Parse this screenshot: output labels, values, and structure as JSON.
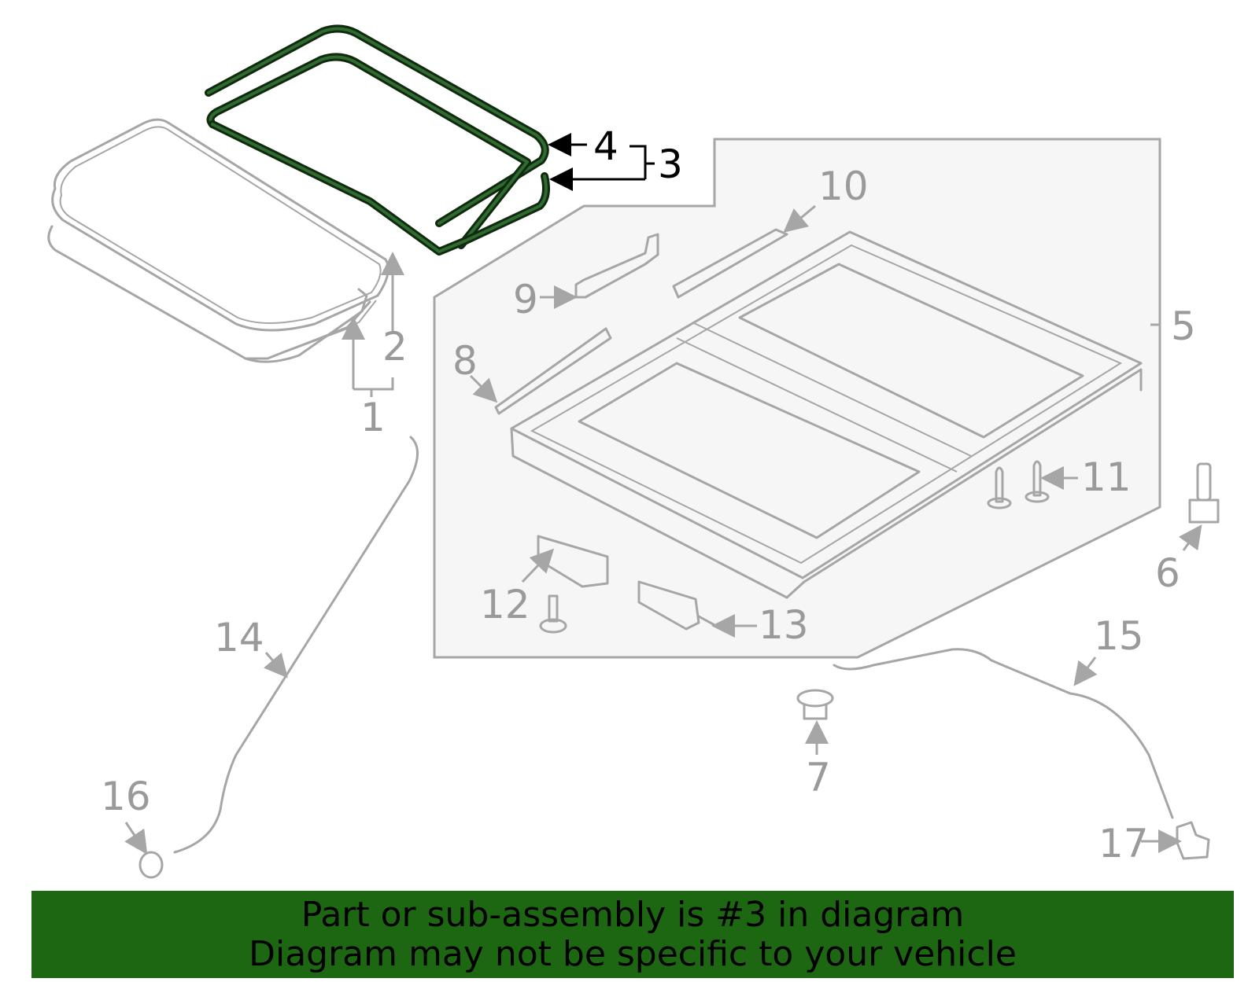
{
  "diagram": {
    "highlight_color": "#1d6612",
    "callouts": {
      "c1": "1",
      "c2": "2",
      "c3": "3",
      "c4": "4",
      "c5": "5",
      "c6": "6",
      "c7": "7",
      "c8": "8",
      "c9": "9",
      "c10": "10",
      "c11": "11",
      "c12": "12",
      "c13": "13",
      "c14": "14",
      "c15": "15",
      "c16": "16",
      "c17": "17"
    },
    "highlighted_part": "3"
  },
  "banner": {
    "line1": "Part or sub-assembly is #3 in diagram",
    "line2": "Diagram may not be specific to your vehicle",
    "background": "#1d6612"
  }
}
